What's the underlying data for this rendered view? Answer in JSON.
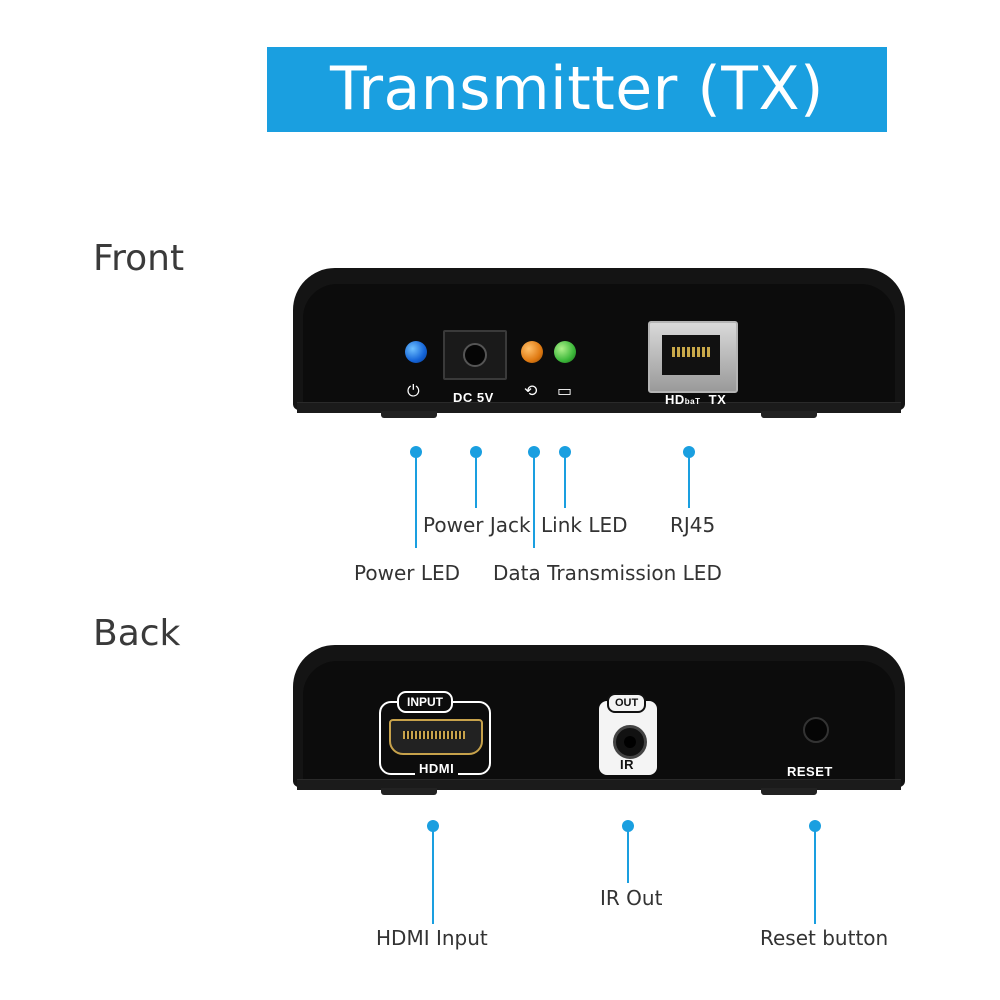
{
  "title": "Transmitter (TX)",
  "sections": {
    "front": "Front",
    "back": "Back"
  },
  "front_device": {
    "dc_label": "DC 5V",
    "rj45_label_prefix": "HD",
    "rj45_label_sub": "baT",
    "rj45_label_suffix": "TX",
    "icons": [
      "power-icon",
      "data-transmission-icon",
      "link-monitor-icon"
    ],
    "led_colors": {
      "power": "#1464d8",
      "data": "#e07a12",
      "link": "#3cb83a"
    }
  },
  "back_device": {
    "hdmi_tag": "INPUT",
    "hdmi_label": "HDMI",
    "ir_tag": "OUT",
    "ir_label": "IR",
    "reset_label": "RESET"
  },
  "front_callouts": {
    "power_led": "Power LED",
    "power_jack": "Power Jack",
    "data_led": "Data Transmission LED",
    "link_led": "Link LED",
    "rj45": "RJ45"
  },
  "back_callouts": {
    "hdmi_input": "HDMI Input",
    "ir_out": "IR Out",
    "reset_button": "Reset button"
  },
  "accent_color": "#1a9fe0"
}
